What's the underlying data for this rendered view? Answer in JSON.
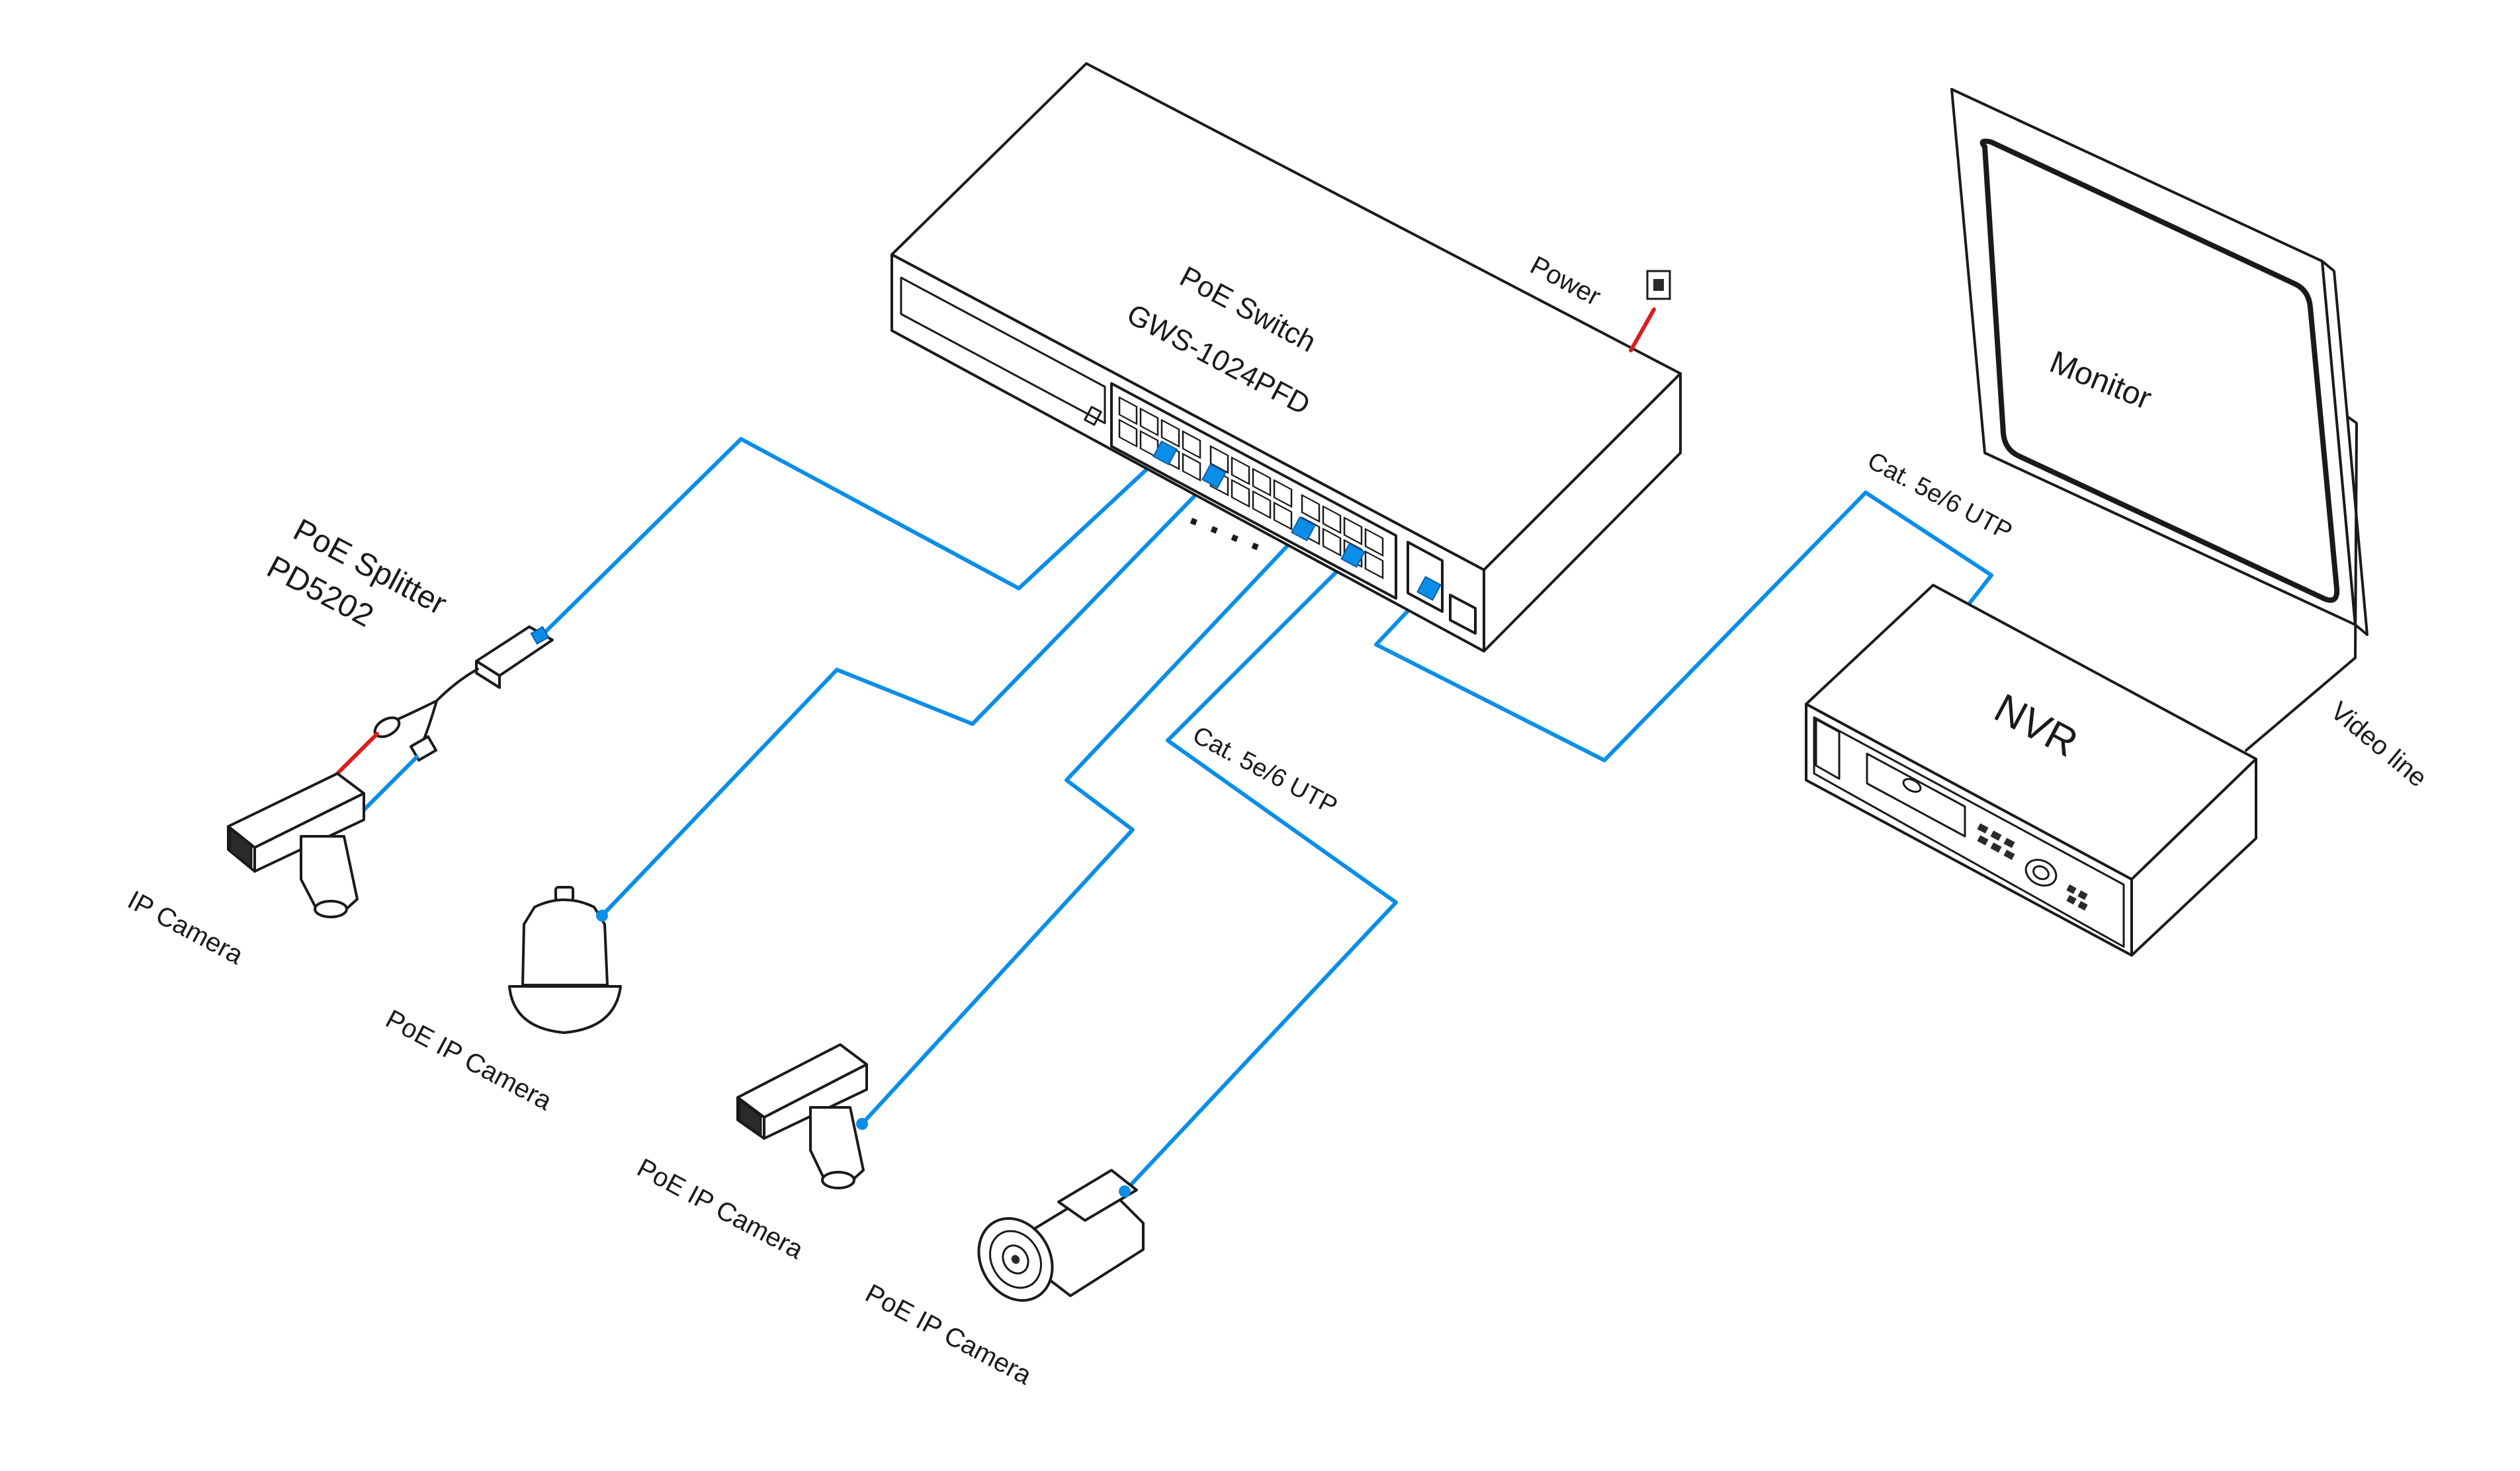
{
  "colors": {
    "cable": "#0a8ee8",
    "power_cable": "#d81e1e",
    "outline": "#1a1a1a"
  },
  "switch": {
    "title": "PoE Switch",
    "model": "GWS-1024PFD",
    "power_label": "Power",
    "ellipsis": ". . . ."
  },
  "splitter": {
    "title": "PoE Splitter",
    "model": "PD5202"
  },
  "devices": {
    "ip_camera": "IP Camera",
    "poe_camera_dome": "PoE IP Camera",
    "poe_camera_box": "PoE IP Camera",
    "poe_camera_bullet": "PoE IP Camera",
    "nvr": "NVR",
    "monitor": "Monitor"
  },
  "cables": {
    "utp_cameras": "Cat. 5e/6 UTP",
    "utp_nvr": "Cat. 5e/6 UTP",
    "video_line": "Video line"
  }
}
